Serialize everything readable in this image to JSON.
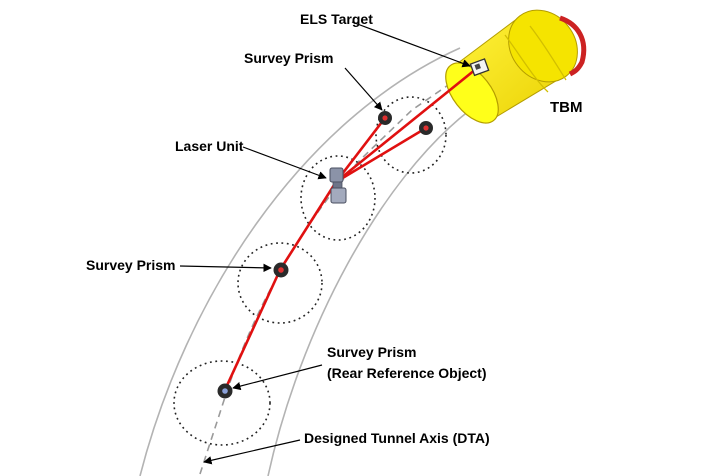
{
  "labels": {
    "els_target": "ELS Target",
    "survey_prism_top": "Survey Prism",
    "tbm": "TBM",
    "laser_unit": "Laser Unit",
    "survey_prism_mid": "Survey Prism",
    "survey_prism_rear_line1": "Survey Prism",
    "survey_prism_rear_line2": "(Rear Reference Object)",
    "dta": "Designed Tunnel Axis (DTA)"
  },
  "colors": {
    "tbm_yellow": "#ffff00",
    "tbm_red": "#cc2222",
    "laser_red": "#e01010",
    "tunnel_wall": "#b3b3b3",
    "axis_dash": "#9a9a9a"
  }
}
